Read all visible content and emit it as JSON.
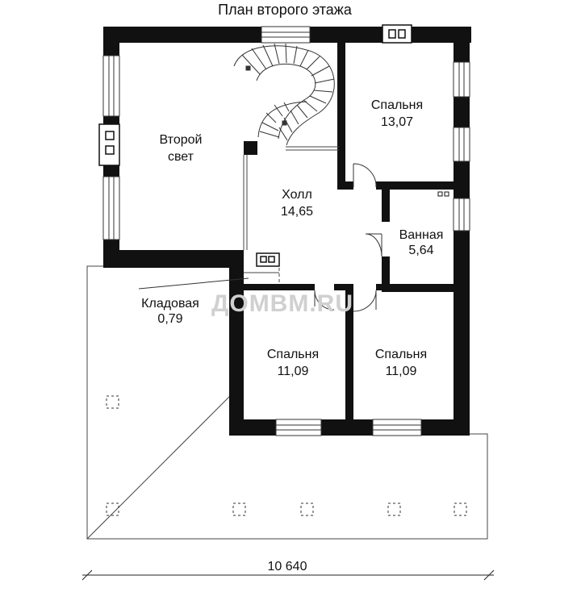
{
  "title": "План второго этажа",
  "rooms": [
    {
      "id": "second-light",
      "name": "Второй свет",
      "area": ""
    },
    {
      "id": "bedroom-ne",
      "name": "Спальня",
      "area": "13,07"
    },
    {
      "id": "hall",
      "name": "Холл",
      "area": "14,65"
    },
    {
      "id": "bathroom",
      "name": "Ванная",
      "area": "5,64"
    },
    {
      "id": "storage",
      "name": "Кладовая",
      "area": "0,79"
    },
    {
      "id": "bedroom-sw",
      "name": "Спальня",
      "area": "11,09"
    },
    {
      "id": "bedroom-se",
      "name": "Спальня",
      "area": "11,09"
    }
  ],
  "second_light_line1": "Второй",
  "second_light_line2": "свет",
  "watermark": "ДОМВМ.RU",
  "dimension": "10 640",
  "colors": {
    "wall": "#111111",
    "line": "#333333",
    "background": "#ffffff"
  }
}
